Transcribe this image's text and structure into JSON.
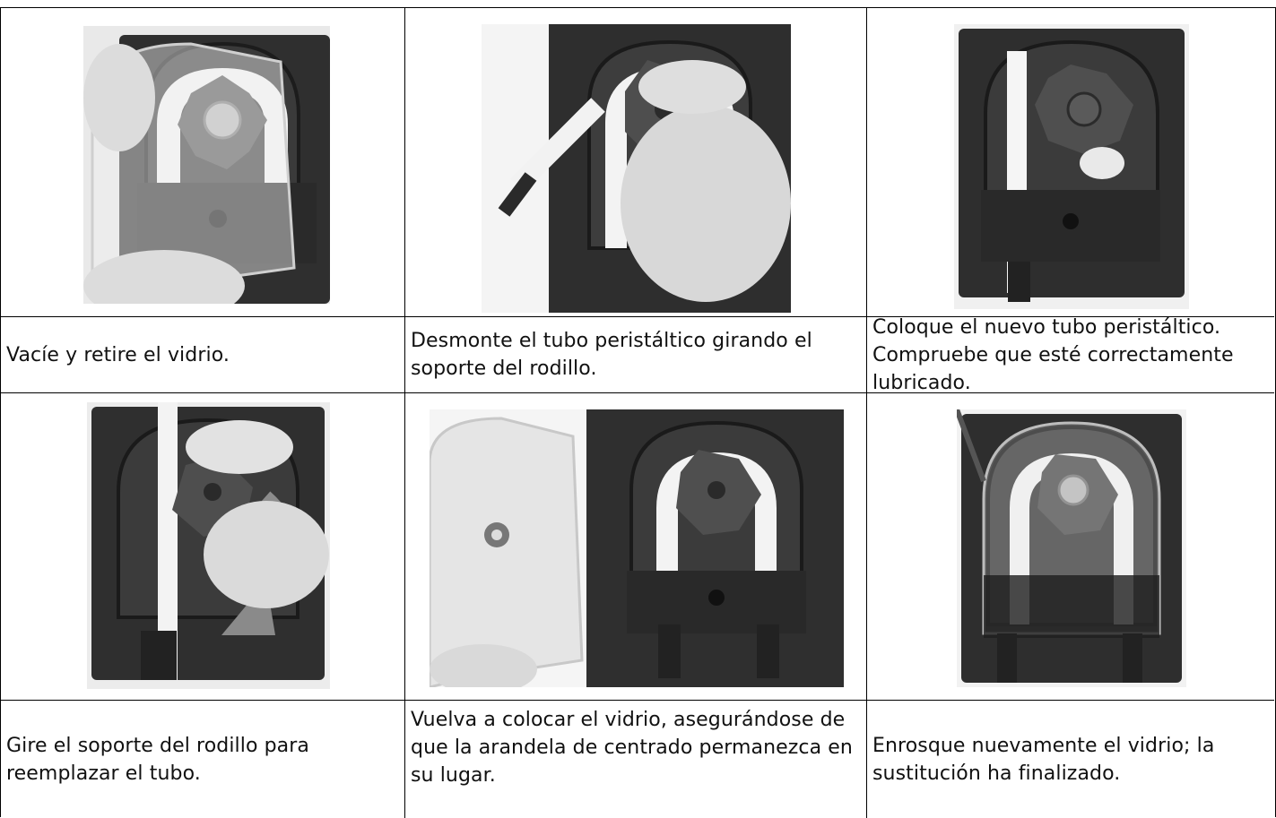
{
  "steps": [
    {
      "caption": "Vacíe y retire el vidrio."
    },
    {
      "caption": "Desmonte el tubo peristáltico girando el soporte del rodillo."
    },
    {
      "caption": "Coloque el nuevo tubo peristáltico. Compruebe que esté correctamente lubricado."
    },
    {
      "caption": "Gire el soporte del rodillo para reemplazar el tubo."
    },
    {
      "caption": "Vuelva a colocar el vidrio, asegurándose de que la arandela de centrado permanezca en su lugar."
    },
    {
      "caption": "Enrosque nuevamente el vidrio; la sustitución ha finalizado."
    }
  ]
}
